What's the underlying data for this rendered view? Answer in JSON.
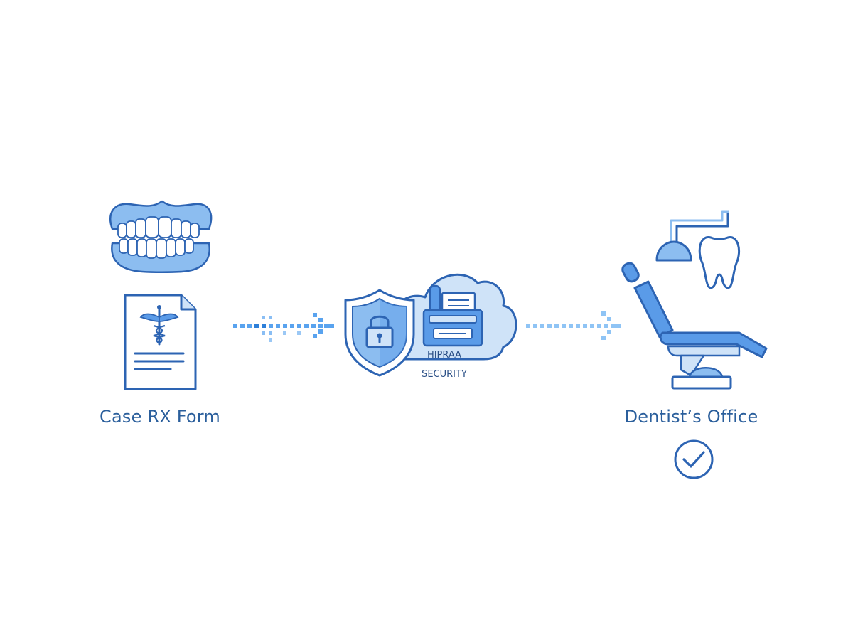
{
  "nodes": {
    "source_label": "Case RX Form",
    "destination_label": "Dentist’s Office",
    "security_line1": "HIPRAA",
    "security_line2": "SECURITY"
  },
  "colors": {
    "stroke_dark": "#2d64b3",
    "fill_light": "#cfe3f8",
    "fill_mid": "#8cbdf0",
    "fill_accent": "#5a9be8",
    "arrow": "#59a3ef",
    "text": "#2b5f9c"
  },
  "icons": [
    "dentures-icon",
    "document-icon",
    "caduceus-icon",
    "shield-lock-icon",
    "cloud-icon",
    "fax-machine-icon",
    "dental-lamp-icon",
    "tooth-icon",
    "dental-chair-icon",
    "check-circle-icon"
  ]
}
